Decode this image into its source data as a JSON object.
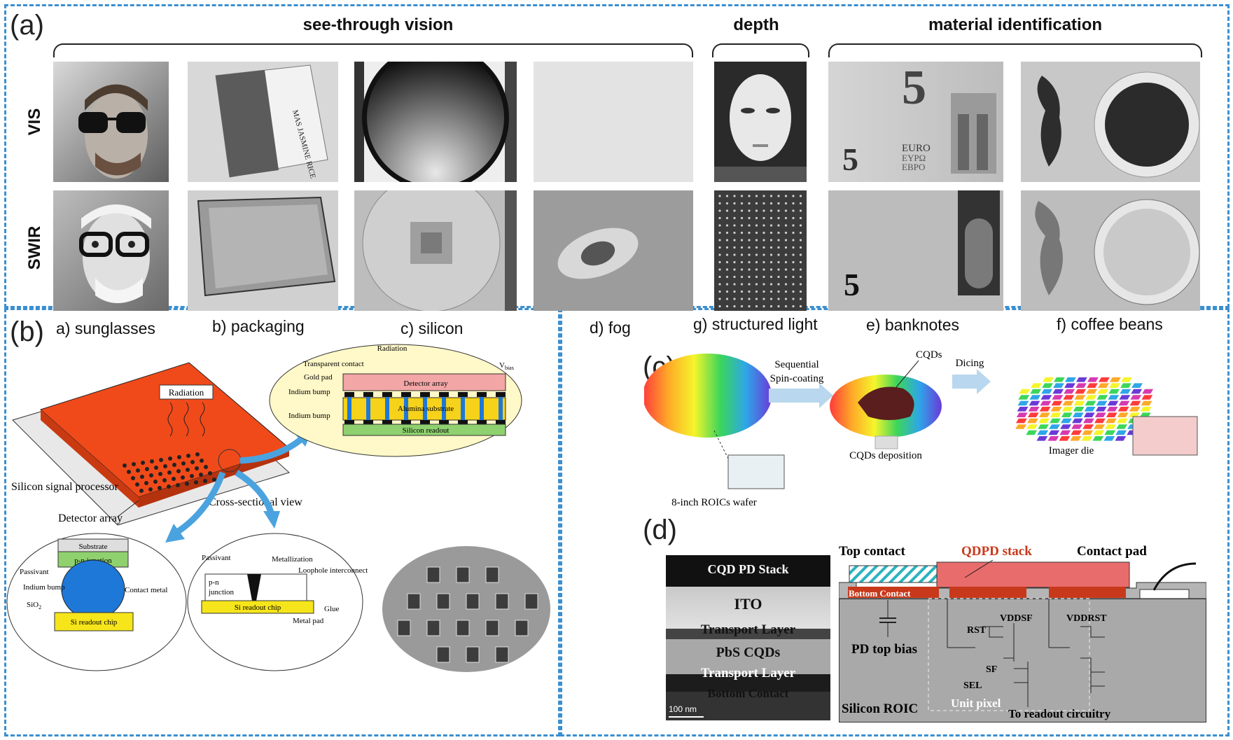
{
  "panels": {
    "a": "(a)",
    "b": "(b)",
    "c": "(c)",
    "d": "(d)"
  },
  "panel_a": {
    "groups": [
      "see-through vision",
      "depth",
      "material identification"
    ],
    "rows": [
      "VIS",
      "SWIR"
    ],
    "captions": [
      "a) sunglasses",
      "b) packaging",
      "c) silicon",
      "d) fog",
      "g) structured light",
      "e) banknotes",
      "f) coffee beans"
    ],
    "banknote_texts": {
      "digit": "5",
      "euro": "EURO",
      "eypo": "ΕΥΡΩ",
      "evpo": "ЕВРО"
    },
    "bag_text": "MAS JASMINE RICE"
  },
  "panel_b": {
    "radiation": "Radiation",
    "silicon_signal_processor": "Silicon signal processor",
    "detector_array": "Detector array",
    "cross_sectional_view": "Cross-sectional view",
    "ellipse_top": {
      "radiation": "Radiation",
      "transparent_contact": "Transparent contact",
      "vbias_main": "V",
      "vbias_sub": "bias",
      "gold_pad": "Gold pad",
      "detector_array": "Detector array",
      "indium_bump_1": "Indium bump",
      "alumina_substrate": "Alumina substrate",
      "indium_bump_2": "Indium bump",
      "silicon_readout": "Silicon readout"
    },
    "ellipse_left": {
      "substrate": "Substrate",
      "pn_junction": "p-n junction",
      "passivant": "Passivant",
      "indium_bump": "Indium bump",
      "contact_metal": "Contact metal",
      "sio2_main": "SiO",
      "sio2_sub": "2",
      "si_readout_chip": "Si readout chip"
    },
    "ellipse_mid": {
      "passivant": "Passivant",
      "metallization": "Metallization",
      "loophole_interconnect": "Loophole interconnect",
      "p_n": "p-n",
      "junction": "junction",
      "si_readout_chip": "Si readout chip",
      "glue": "Glue",
      "metal_pad": "Metal pad"
    }
  },
  "panel_c": {
    "sequential": "Sequential",
    "spin_coating": "Spin-coating",
    "cqds": "CQDs",
    "dicing": "Dicing",
    "roic_wafer": "8-inch ROICs wafer",
    "cqds_deposition": "CQDs deposition",
    "imager_die": "Imager die"
  },
  "panel_d": {
    "tem": {
      "cqd_pd_stack": "CQD PD Stack",
      "ito": "ITO",
      "transport_layer_1": "Transport Layer",
      "pbs_cqds": "PbS CQDs",
      "transport_layer_2": "Transport Layer",
      "bottom_contact": "Bottom Contact",
      "scale_bar": "100 nm"
    },
    "schematic": {
      "top_contact": "Top contact",
      "qdpd_stack": "QDPD stack",
      "contact_pad": "Contact pad",
      "bottom_contact": "Bottom Contact",
      "vddsf": "VDDSF",
      "vddrst": "VDDRST",
      "rst": "RST",
      "sf": "SF",
      "sel": "SEL",
      "pd_top_bias": "PD top bias",
      "silicon_roic": "Silicon ROIC",
      "unit_pixel": "Unit pixel",
      "to_readout": "To readout circuitry"
    }
  },
  "colors": {
    "dash": "#3a8fd0",
    "detector_red": "#f04a1a",
    "ellipse_yellow": "#fff8c8",
    "chip_yellow": "#f6e51a",
    "schematic_gray": "#a9a9a9",
    "contact_red": "#c8391c"
  }
}
